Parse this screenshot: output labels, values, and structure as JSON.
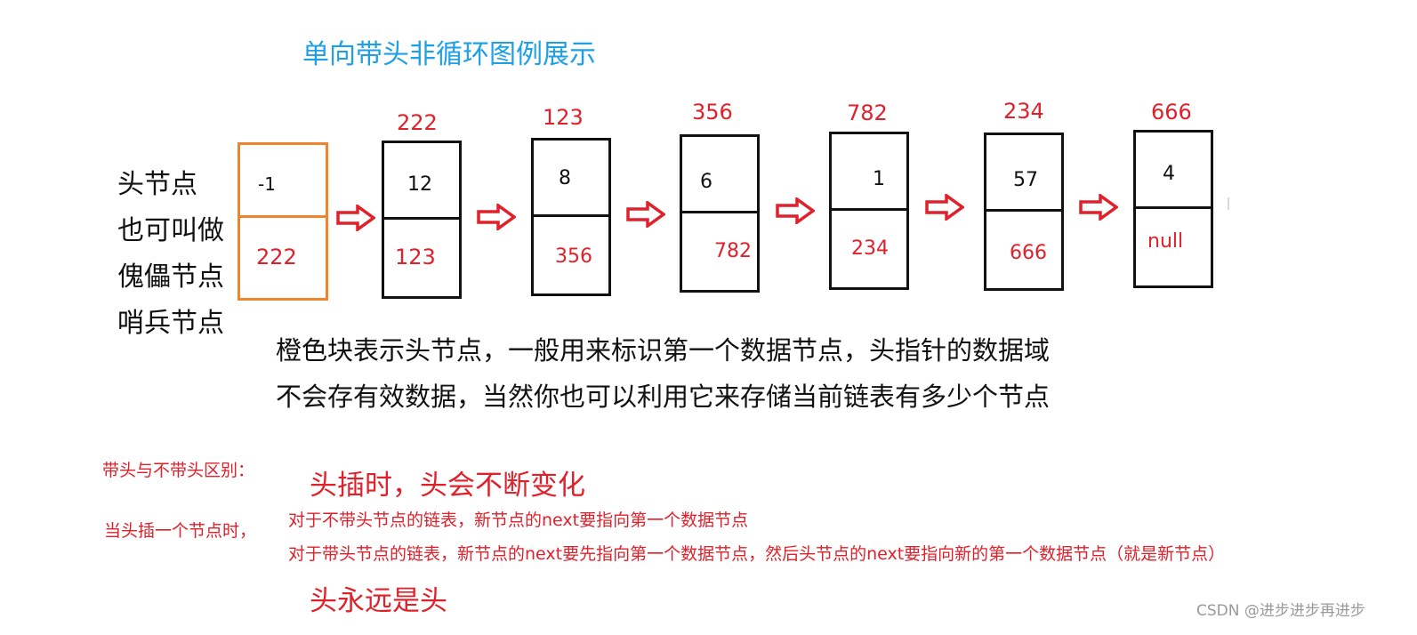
{
  "title": "单向带头非循环图例展示",
  "head_aliases": [
    "头节点",
    "也可叫做",
    "傀儡节点",
    "哨兵节点"
  ],
  "nodes": [
    {
      "addr": "",
      "val": "-1",
      "next": "222",
      "is_head": true
    },
    {
      "addr": "222",
      "val": "12",
      "next": "123",
      "is_head": false
    },
    {
      "addr": "123",
      "val": "8",
      "next": "356",
      "is_head": false
    },
    {
      "addr": "356",
      "val": "6",
      "next": "782",
      "is_head": false
    },
    {
      "addr": "782",
      "val": "1",
      "next": "234",
      "is_head": false
    },
    {
      "addr": "234",
      "val": "57",
      "next": "666",
      "is_head": false
    },
    {
      "addr": "666",
      "val": "4",
      "next": "null",
      "is_head": false
    }
  ],
  "description": [
    "橙色块表示头节点，一般用来标识第一个数据节点，头指针的数据域",
    "不会存有效数据，当然你也可以利用它来存储当前链表有多少个节点"
  ],
  "difference_label": "带头与不带头区别：",
  "difference_main": "头插时，头会不断变化",
  "insert_label": "当头插一个节点时，",
  "insert_no_head": "对于不带头节点的链表，新节点的next要指向第一个数据节点",
  "insert_with_head": "对于带头节点的链表，新节点的next要先指向第一个数据节点，然后头节点的next要指向新的第一个数据节点（就是新节点）",
  "head_forever": "头永远是头",
  "watermark": "CSDN @进步进步再进步",
  "colors": {
    "head_border": "#f0842c",
    "accent_red": "#e0202a",
    "title_blue": "#1ea0e6"
  }
}
